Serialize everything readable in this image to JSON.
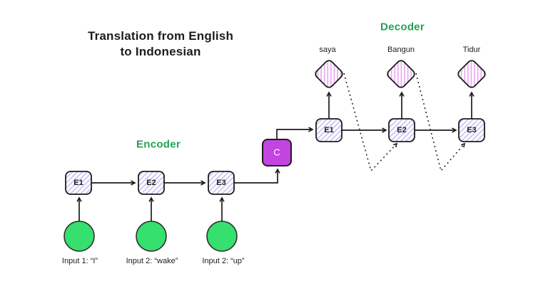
{
  "title": {
    "line1": "Translation from English",
    "line2": "to Indonesian"
  },
  "encoder": {
    "label": "Encoder",
    "units": [
      {
        "label": "E1"
      },
      {
        "label": "E2"
      },
      {
        "label": "E3"
      }
    ],
    "inputs": [
      {
        "label": "Input 1: “I”"
      },
      {
        "label": "Input 2: “wake”"
      },
      {
        "label": "Input 2: “up”"
      }
    ]
  },
  "decoder": {
    "label": "Decoder",
    "units": [
      {
        "label": "E1"
      },
      {
        "label": "E2"
      },
      {
        "label": "E3"
      }
    ],
    "outputs": [
      {
        "label": "saya"
      },
      {
        "label": "Bangun"
      },
      {
        "label": "Tidur"
      }
    ]
  },
  "context_vector": {
    "label": "C"
  },
  "colors": {
    "ink": "#1c1c1c",
    "section_label": "#21a351",
    "context_fill": "#c444e2",
    "input_fill": "#35e06e",
    "unit_hatch": "#c7c2f4",
    "output_hatch": "#e9aaee"
  }
}
